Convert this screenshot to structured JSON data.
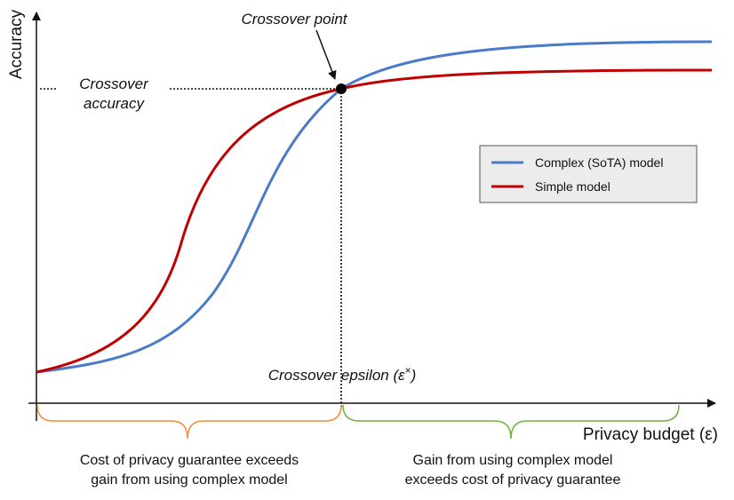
{
  "axes": {
    "y_label": "Accuracy",
    "x_label": "Privacy budget (ε)"
  },
  "annotations": {
    "crossover_point": "Crossover point",
    "crossover_accuracy_line1": "Crossover",
    "crossover_accuracy_line2": "accuracy",
    "crossover_epsilon_prefix": "Crossover epsilon (",
    "crossover_epsilon_symbol": "ε",
    "crossover_epsilon_sup": "×",
    "crossover_epsilon_suffix": ")"
  },
  "legend": {
    "items": [
      {
        "label": "Complex (SoTA) model",
        "color": "#4a7bc8"
      },
      {
        "label": "Simple model",
        "color": "#c00000"
      }
    ]
  },
  "regions": {
    "left": {
      "line1": "Cost of privacy guarantee exceeds",
      "line2": "gain from using complex model",
      "color": "#f08c3a"
    },
    "right": {
      "line1": "Gain from using complex model",
      "line2": "exceeds cost of privacy guarantee",
      "color": "#6db33f"
    }
  },
  "colors": {
    "axis": "#111111",
    "crossover_dot": "#000000"
  }
}
